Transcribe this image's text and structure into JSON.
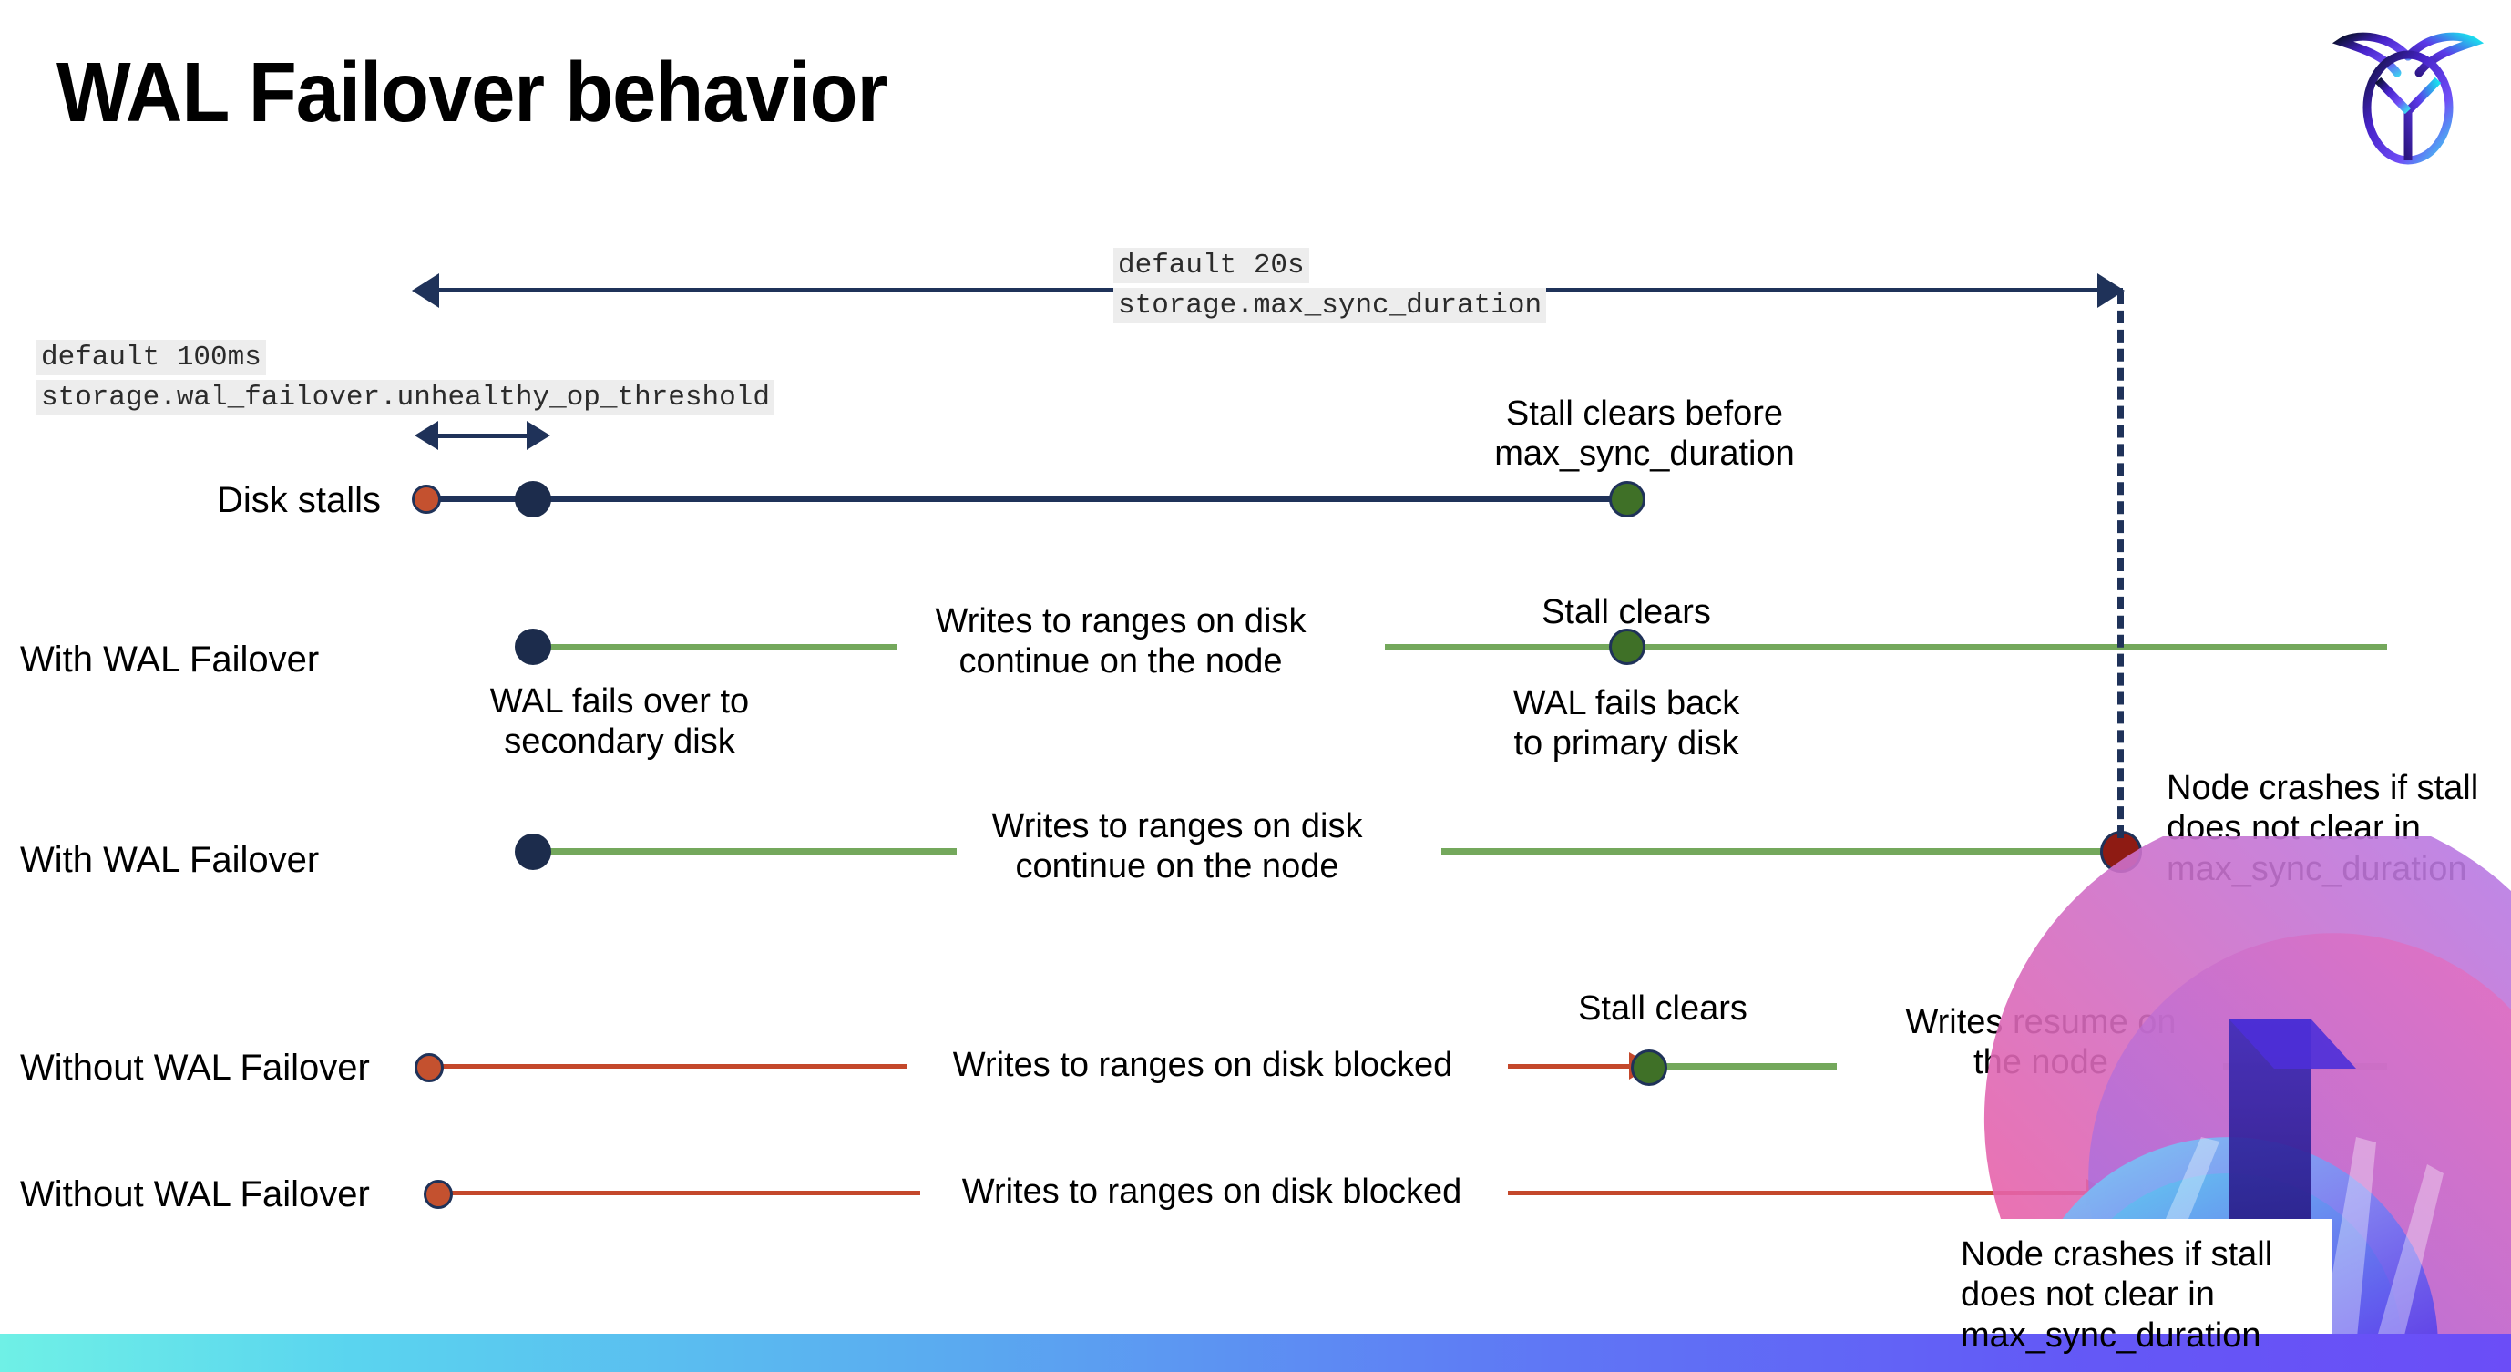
{
  "title": "WAL Failover behavior",
  "logo": {
    "name": "cockroachdb-logo"
  },
  "top_scale": {
    "default_label": "default 20s",
    "setting_label": "storage.max_sync_duration"
  },
  "threshold_scale": {
    "default_label": "default 100ms",
    "setting_label": "storage.wal_failover.unhealthy_op_threshold"
  },
  "rows": [
    {
      "label": "Disk stalls",
      "annotations": [
        {
          "text": "Stall clears before\nmax_sync_duration"
        }
      ]
    },
    {
      "label": "With WAL Failover",
      "annotations": [
        {
          "text": "WAL fails over to\nsecondary disk"
        },
        {
          "text": "Writes to ranges on disk\ncontinue on the node"
        },
        {
          "text": "Stall clears"
        },
        {
          "text": "WAL fails  back\nto primary disk"
        }
      ]
    },
    {
      "label": "With WAL Failover",
      "annotations": [
        {
          "text": "Writes to ranges on disk\ncontinue on the node"
        },
        {
          "text": "Node crashes if stall\ndoes not clear in\nmax_sync_duration"
        }
      ]
    },
    {
      "label": "Without WAL Failover",
      "annotations": [
        {
          "text": "Writes to ranges on disk  blocked"
        },
        {
          "text": "Stall clears"
        },
        {
          "text": "Writes resume on\nthe node"
        }
      ]
    },
    {
      "label": "Without WAL Failover",
      "annotations": [
        {
          "text": "Writes to ranges on disk  blocked"
        },
        {
          "text": "Node crashes if stall\ndoes not clear in\nmax_sync_duration"
        }
      ]
    }
  ],
  "colors": {
    "navy": "#1f3259",
    "green": "#74a85c",
    "orange": "#c4482b",
    "dot_orange": "#c4512f",
    "dot_green": "#3f7027",
    "dot_darkred": "#8e1b13",
    "code_bg": "#ededed",
    "bottom_bar_from": "#6ff0e6",
    "bottom_bar_to": "#6b4df7"
  }
}
